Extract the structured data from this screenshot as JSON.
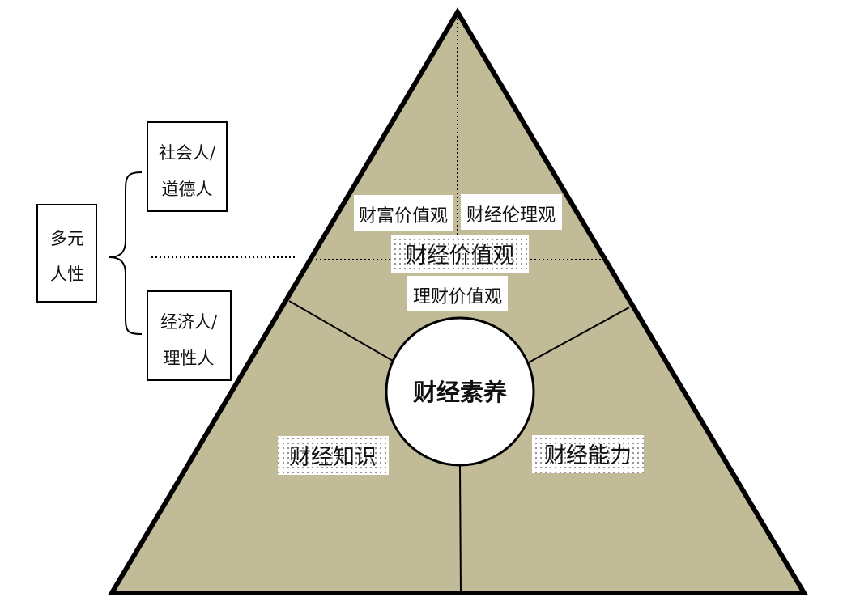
{
  "colors": {
    "triangle_fill": "#c2bb98",
    "stroke": "#000000",
    "label_bg": "#ffffff"
  },
  "left": {
    "root": [
      "多元",
      "人性"
    ],
    "top_box": [
      "社会人/",
      "道德人"
    ],
    "bottom_box": [
      "经济人/",
      "理性人"
    ]
  },
  "triangle": {
    "top_left_label": "财富价值观",
    "top_right_label": "财经伦理观",
    "values_label": "财经价值观",
    "finance_values_label": "理财价值观",
    "center_label": "财经素养",
    "knowledge_label": "财经知识",
    "ability_label": "财经能力"
  }
}
